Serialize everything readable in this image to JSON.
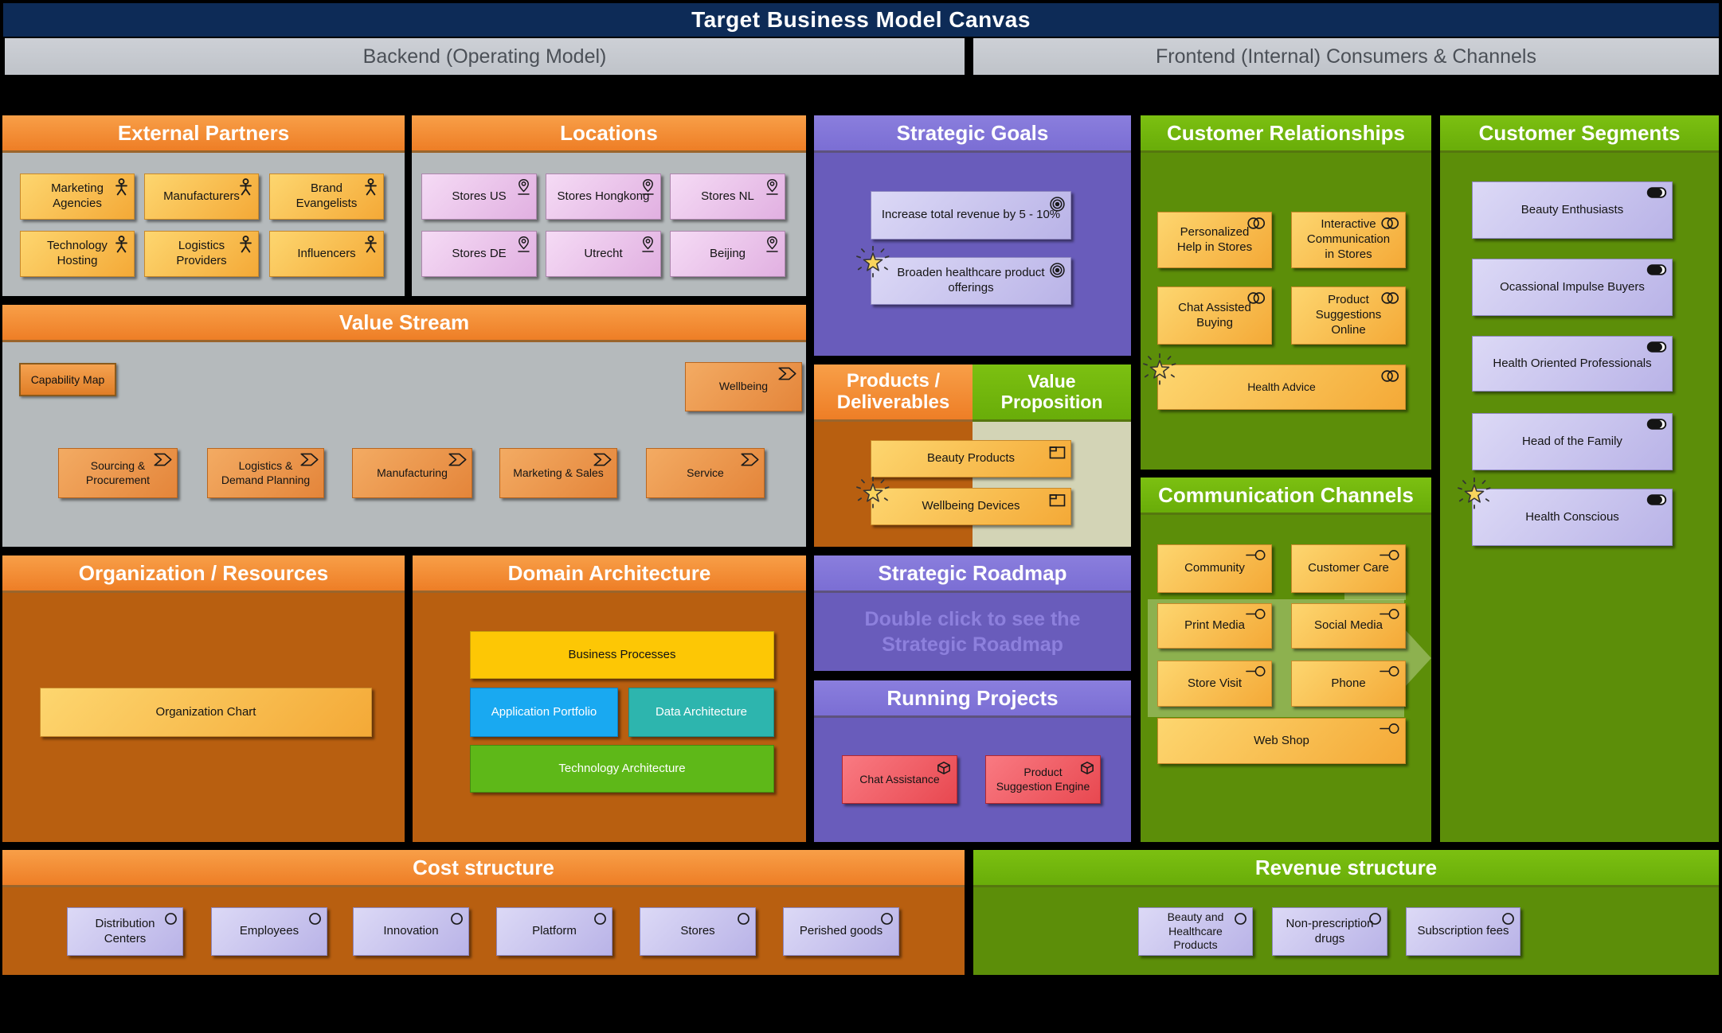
{
  "title": "Target Business Model Canvas",
  "bands": {
    "backend": "Backend (Operating Model)",
    "frontend": "Frontend (Internal) Consumers & Channels"
  },
  "colors": {
    "navy": "#0d2b57",
    "orange_header": "#ee7e26",
    "green_header": "#6fb60c",
    "purple_header": "#8276d8",
    "dark_orange_body": "#b85f10",
    "olive_body": "#5c8e09",
    "dark_purple_body": "#695cbb",
    "gray_body": "#b5babc",
    "sage_body": "#d3d4b6",
    "yellow_box": "#f6b844",
    "pink_box": "#e9c4e9",
    "lavender_box": "#c9c4ee",
    "red_box": "#ef5a62"
  },
  "sections": {
    "external_partners": {
      "title": "External Partners",
      "items": [
        {
          "label": "Marketing Agencies"
        },
        {
          "label": "Manufacturers"
        },
        {
          "label": "Brand Evangelists"
        },
        {
          "label": "Technology Hosting"
        },
        {
          "label": "Logistics Providers"
        },
        {
          "label": "Influencers"
        }
      ]
    },
    "locations": {
      "title": "Locations",
      "items": [
        {
          "label": "Stores US"
        },
        {
          "label": "Stores Hongkong"
        },
        {
          "label": "Stores NL"
        },
        {
          "label": "Stores DE"
        },
        {
          "label": "Utrecht"
        },
        {
          "label": "Beijing"
        }
      ]
    },
    "strategic_goals": {
      "title": "Strategic Goals",
      "items": [
        {
          "label": "Increase total revenue by 5 - 10%",
          "starred": false
        },
        {
          "label": "Broaden healthcare product offerings",
          "starred": true
        }
      ]
    },
    "customer_relationships": {
      "title": "Customer Relationships",
      "items": [
        {
          "label": "Personalized Help in Stores",
          "starred": false
        },
        {
          "label": "Interactive Communication in Stores",
          "starred": false
        },
        {
          "label": "Chat Assisted Buying",
          "starred": false
        },
        {
          "label": "Product Suggestions Online",
          "starred": false
        },
        {
          "label": "Health Advice",
          "starred": true
        }
      ]
    },
    "customer_segments": {
      "title": "Customer Segments",
      "items": [
        {
          "label": "Beauty Enthusiasts",
          "starred": false
        },
        {
          "label": "Ocassional Impulse Buyers",
          "starred": false
        },
        {
          "label": "Health Oriented Professionals",
          "starred": false
        },
        {
          "label": "Head of the Family",
          "starred": false
        },
        {
          "label": "Health Conscious",
          "starred": true
        }
      ]
    },
    "value_stream": {
      "title": "Value Stream",
      "capability_map_label": "Capability Map",
      "wellbeing": {
        "label": "Wellbeing"
      },
      "stages": [
        {
          "label": "Sourcing & Procurement"
        },
        {
          "label": "Logistics & Demand Planning"
        },
        {
          "label": "Manufacturing"
        },
        {
          "label": "Marketing & Sales"
        },
        {
          "label": "Service"
        }
      ]
    },
    "products_deliverables": {
      "title": "Products / Deliverables"
    },
    "value_proposition": {
      "title": "Value Proposition"
    },
    "product_items": [
      {
        "label": "Beauty Products",
        "starred": false
      },
      {
        "label": "Wellbeing Devices",
        "starred": true
      }
    ],
    "organization_resources": {
      "title": "Organization / Resources",
      "items": [
        {
          "label": "Organization Chart"
        }
      ]
    },
    "domain_architecture": {
      "title": "Domain Architecture",
      "items": [
        {
          "label": "Business Processes"
        },
        {
          "label": "Application Portfolio"
        },
        {
          "label": "Data Architecture"
        },
        {
          "label": "Technology Architecture"
        }
      ]
    },
    "strategic_roadmap": {
      "title": "Strategic Roadmap",
      "hint": "Double click to see the Strategic Roadmap"
    },
    "running_projects": {
      "title": "Running Projects",
      "items": [
        {
          "label": "Chat Assistance"
        },
        {
          "label": "Product Suggestion Engine"
        }
      ]
    },
    "communication_channels": {
      "title": "Communication Channels",
      "items": [
        {
          "label": "Community"
        },
        {
          "label": "Customer Care"
        },
        {
          "label": "Print Media"
        },
        {
          "label": "Social Media"
        },
        {
          "label": "Store Visit"
        },
        {
          "label": "Phone"
        },
        {
          "label": "Web Shop"
        }
      ]
    },
    "cost_structure": {
      "title": "Cost structure",
      "items": [
        {
          "label": "Distribution Centers"
        },
        {
          "label": "Employees"
        },
        {
          "label": "Innovation"
        },
        {
          "label": "Platform"
        },
        {
          "label": "Stores"
        },
        {
          "label": "Perished goods"
        }
      ]
    },
    "revenue_structure": {
      "title": "Revenue structure",
      "items": [
        {
          "label": "Beauty and Healthcare Products"
        },
        {
          "label": "Non-prescription drugs"
        },
        {
          "label": "Subscription fees"
        }
      ]
    }
  }
}
